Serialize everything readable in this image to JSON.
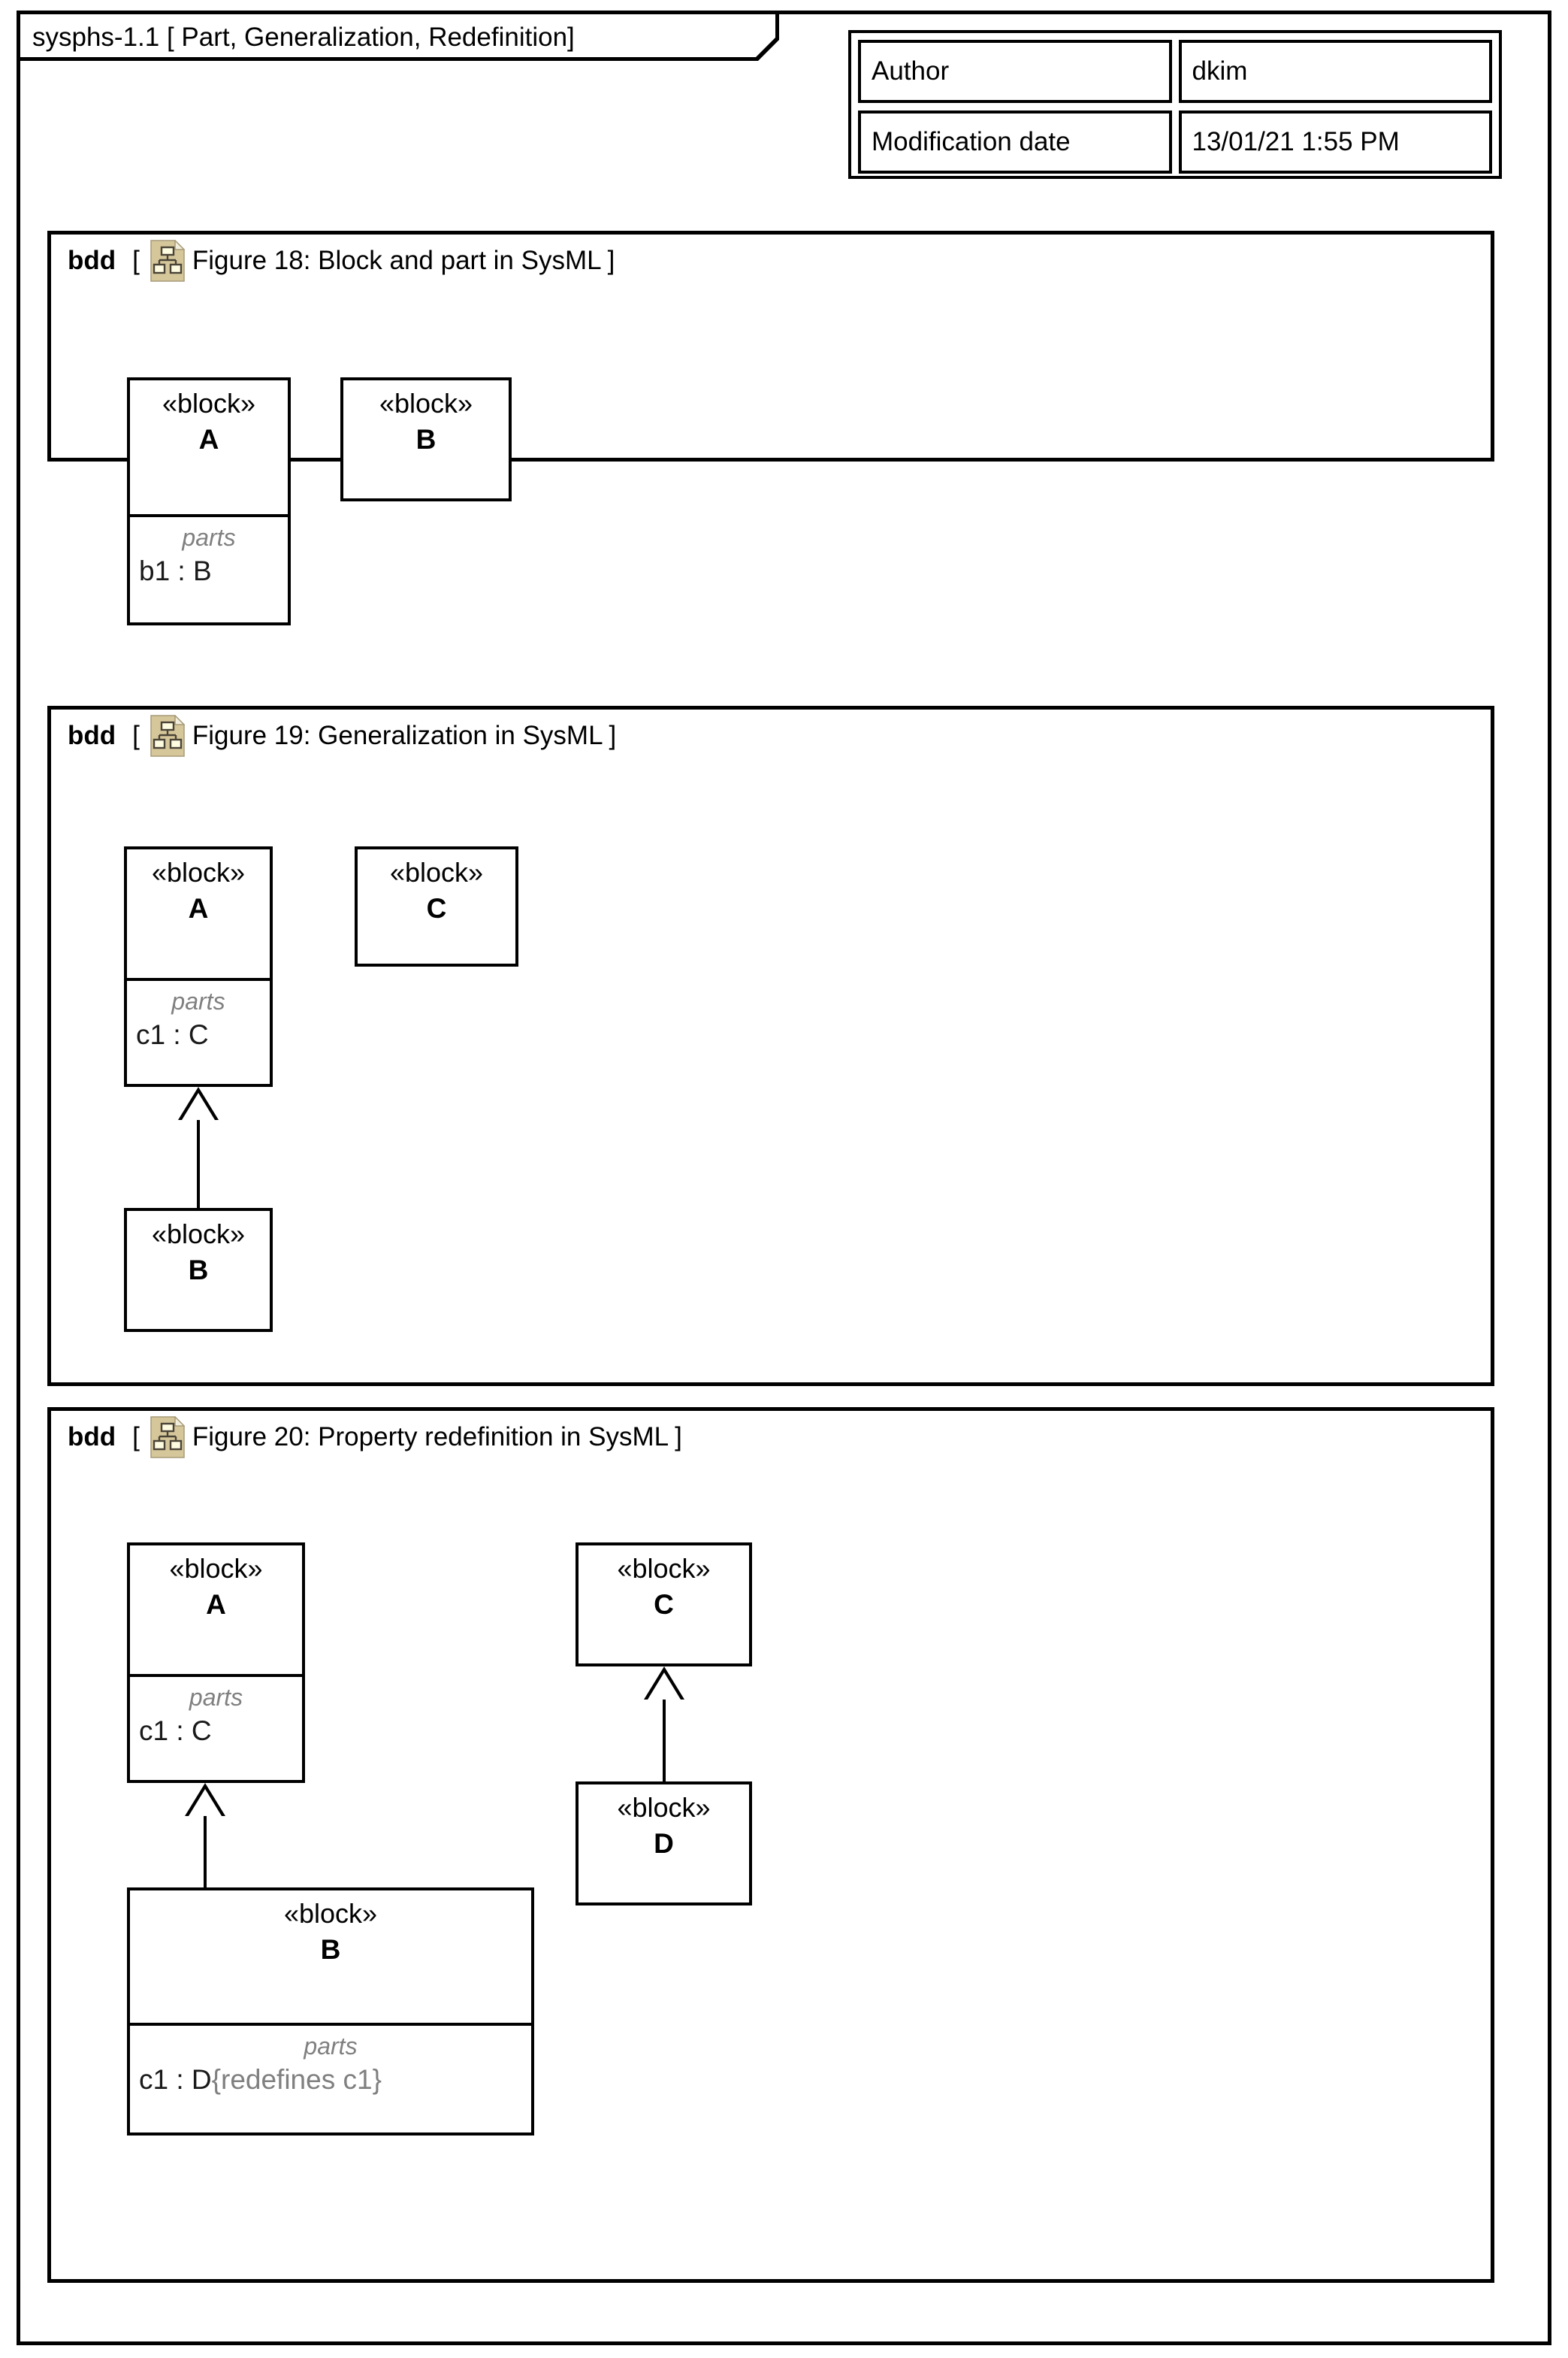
{
  "outer_frame": {
    "title": "sysphs-1.1 [ Part, Generalization, Redefinition]"
  },
  "metadata": {
    "rows": [
      {
        "key": "Author",
        "value": "dkim"
      },
      {
        "key": "Modification date",
        "value": "13/01/21 1:55 PM"
      }
    ]
  },
  "colors": {
    "frame_border": "#000000",
    "icon_fill": "#d6c79b",
    "icon_inner": "#fdfbe0",
    "compartment_title": "#808080",
    "redefines_text": "#808080"
  },
  "frames": [
    {
      "kind": "bdd",
      "bracket_open": "[",
      "bracket_close": "]",
      "icon": "bdd-diagram-icon",
      "label": "Figure 18: Block and part in SysML",
      "blocks": [
        {
          "stereotype": "«block»",
          "name": "A",
          "compartment_title": "parts",
          "compartment_items": [
            "b1 : B"
          ]
        },
        {
          "stereotype": "«block»",
          "name": "B"
        }
      ]
    },
    {
      "kind": "bdd",
      "bracket_open": "[",
      "bracket_close": "]",
      "icon": "bdd-diagram-icon",
      "label": "Figure 19: Generalization in SysML",
      "blocks": [
        {
          "stereotype": "«block»",
          "name": "A",
          "compartment_title": "parts",
          "compartment_items": [
            "c1 : C"
          ]
        },
        {
          "stereotype": "«block»",
          "name": "C"
        },
        {
          "stereotype": "«block»",
          "name": "B"
        }
      ],
      "generalizations": [
        {
          "from": "B",
          "to": "A"
        }
      ]
    },
    {
      "kind": "bdd",
      "bracket_open": "[",
      "bracket_close": "]",
      "icon": "bdd-diagram-icon",
      "label": "Figure 20: Property redefinition in SysML",
      "blocks": [
        {
          "stereotype": "«block»",
          "name": "A",
          "compartment_title": "parts",
          "compartment_items": [
            "c1 : C"
          ]
        },
        {
          "stereotype": "«block»",
          "name": "C"
        },
        {
          "stereotype": "«block»",
          "name": "D"
        },
        {
          "stereotype": "«block»",
          "name": "B",
          "compartment_title": "parts",
          "compartment_item_prefix": "c1 : D",
          "compartment_item_suffix": "{redefines c1}"
        }
      ],
      "generalizations": [
        {
          "from": "B",
          "to": "A"
        },
        {
          "from": "D",
          "to": "C"
        }
      ]
    }
  ]
}
